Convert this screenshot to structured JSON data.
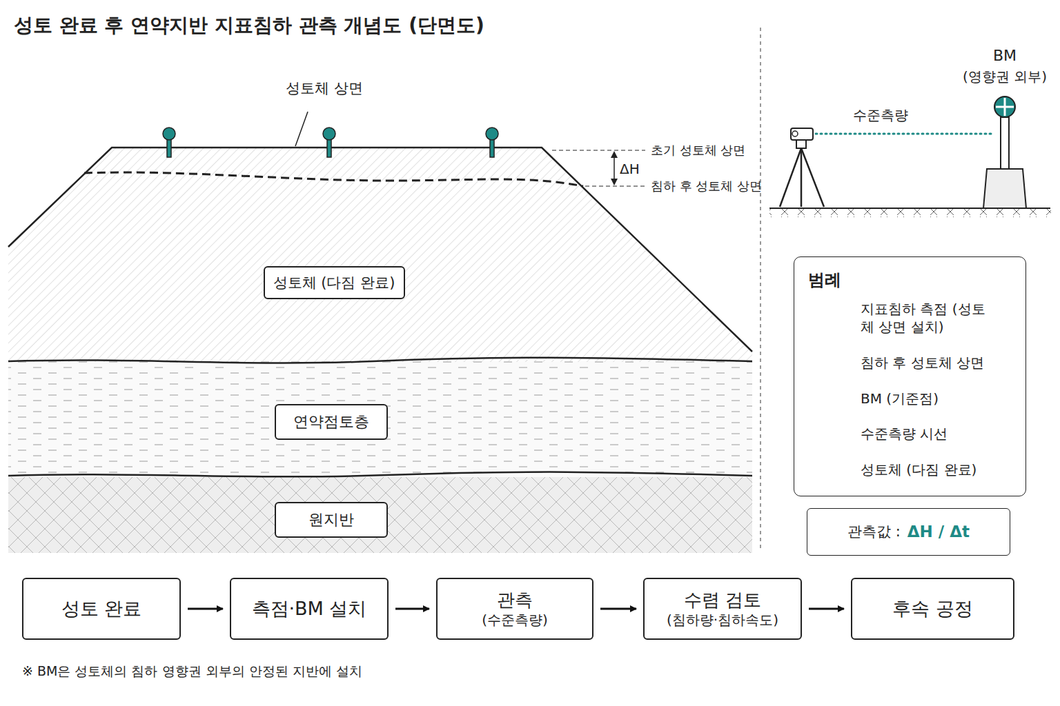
{
  "diagram": {
    "title": "성토 완료 후 연약지반 지표침하 관측 개념도 (단면도)",
    "nodes": [
      {
        "text": [
          "성토체 (다짐 완료)"
        ]
      },
      {
        "text": [
          "연약점토층"
        ]
      },
      {
        "text": [
          "원지반"
        ]
      },
      {
        "text": [
          "범례"
        ]
      },
      {
        "text": [
          "관측값 :",
          "ΔH / Δt"
        ]
      },
      {
        "text": [
          "성토 완료"
        ]
      },
      {
        "text": [
          "측점·BM 설치"
        ]
      },
      {
        "text": [
          "관측",
          "(수준측량)"
        ]
      },
      {
        "text": [
          "수렴 검토",
          "(침하량·침하속도)"
        ]
      },
      {
        "text": [
          "후속 공정"
        ]
      }
    ],
    "edges": [
      {
        "from": 5,
        "to": 6,
        "arrow": "to"
      },
      {
        "from": 6,
        "to": 7,
        "arrow": "to"
      },
      {
        "from": 7,
        "to": 8,
        "arrow": "to"
      },
      {
        "from": 8,
        "to": 9,
        "arrow": "to"
      }
    ],
    "labels": [
      "성토체 상면",
      "초기 성토체 상면",
      "ΔH",
      "침하 후 성토체 상면",
      "BM",
      "(영향권 외부)",
      "수준측량",
      "※ BM은 성토체의 침하 영향권 외부의 안정된 지반에 설치"
    ],
    "legend": [
      {
        "text": "지표침하 측점 (성토체 상면 설치)"
      },
      {
        "text": "침하 후 성토체 상면"
      },
      {
        "text": "BM (기준점)"
      },
      {
        "text": "수준측량 시선"
      },
      {
        "text": "성토체 (다짐 완료)"
      }
    ]
  }
}
